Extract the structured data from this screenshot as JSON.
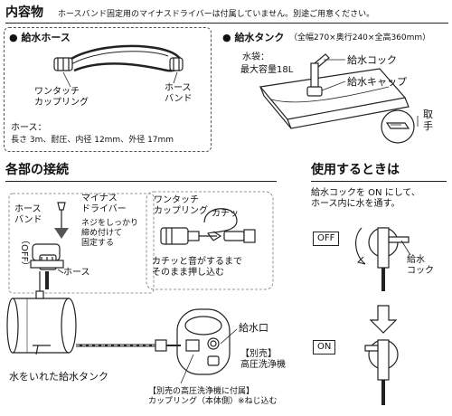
{
  "header": {
    "title": "内容物",
    "note": "ホースバンド固定用のマイナスドライバーは付属していません。別途ご用意ください。"
  },
  "hose_section": {
    "title": "給水ホース",
    "coupling_label_1": "ワンタッチ",
    "coupling_label_2": "カップリング",
    "band_label_1": "ホース",
    "band_label_2": "バンド",
    "spec_title": "ホース：",
    "spec_detail": "長さ 3m、耐圧、内径 12mm、外径 17mm"
  },
  "tank_section": {
    "title": "給水タンク",
    "dims": "（全幅270×奥行240×全高360mm）",
    "bag_label": "水袋：",
    "capacity": "最大容量18L",
    "cock_label": "給水コック",
    "cap_label": "給水キャップ",
    "handle_label_1": "取",
    "handle_label_2": "手"
  },
  "connection_section": {
    "title": "各部の接続",
    "band_label_1": "ホース",
    "band_label_2": "バンド",
    "driver_label_1": "マイナス",
    "driver_label_2": "ドライバー",
    "tighten_1": "ネジをしっかり",
    "tighten_2": "締め付けて",
    "tighten_3": "固定する",
    "off_label": "（OFF）",
    "hose_label": "ホース",
    "coupling_1": "ワンタッチ",
    "coupling_2": "カップリング",
    "click_bubble": "カチッ",
    "push_1": "カチッと音がするまで",
    "push_2": "そのまま押し込む",
    "inlet_label": "給水口",
    "washer_1": "【別売】",
    "washer_2": "高圧洗浄機",
    "tank_caption": "水をいれた給水タンク",
    "coupling_main_1": "【別売の高圧洗浄機に付属】",
    "coupling_main_2": "カップリング（本体側）※ねじ込む"
  },
  "usage_section": {
    "title": "使用するときは",
    "instruction_1": "給水コックを ON にして、",
    "instruction_2": "ホース内に水を通す。",
    "off_badge": "OFF",
    "cock_label_1": "給水",
    "cock_label_2": "コック",
    "on_badge": "ON"
  }
}
